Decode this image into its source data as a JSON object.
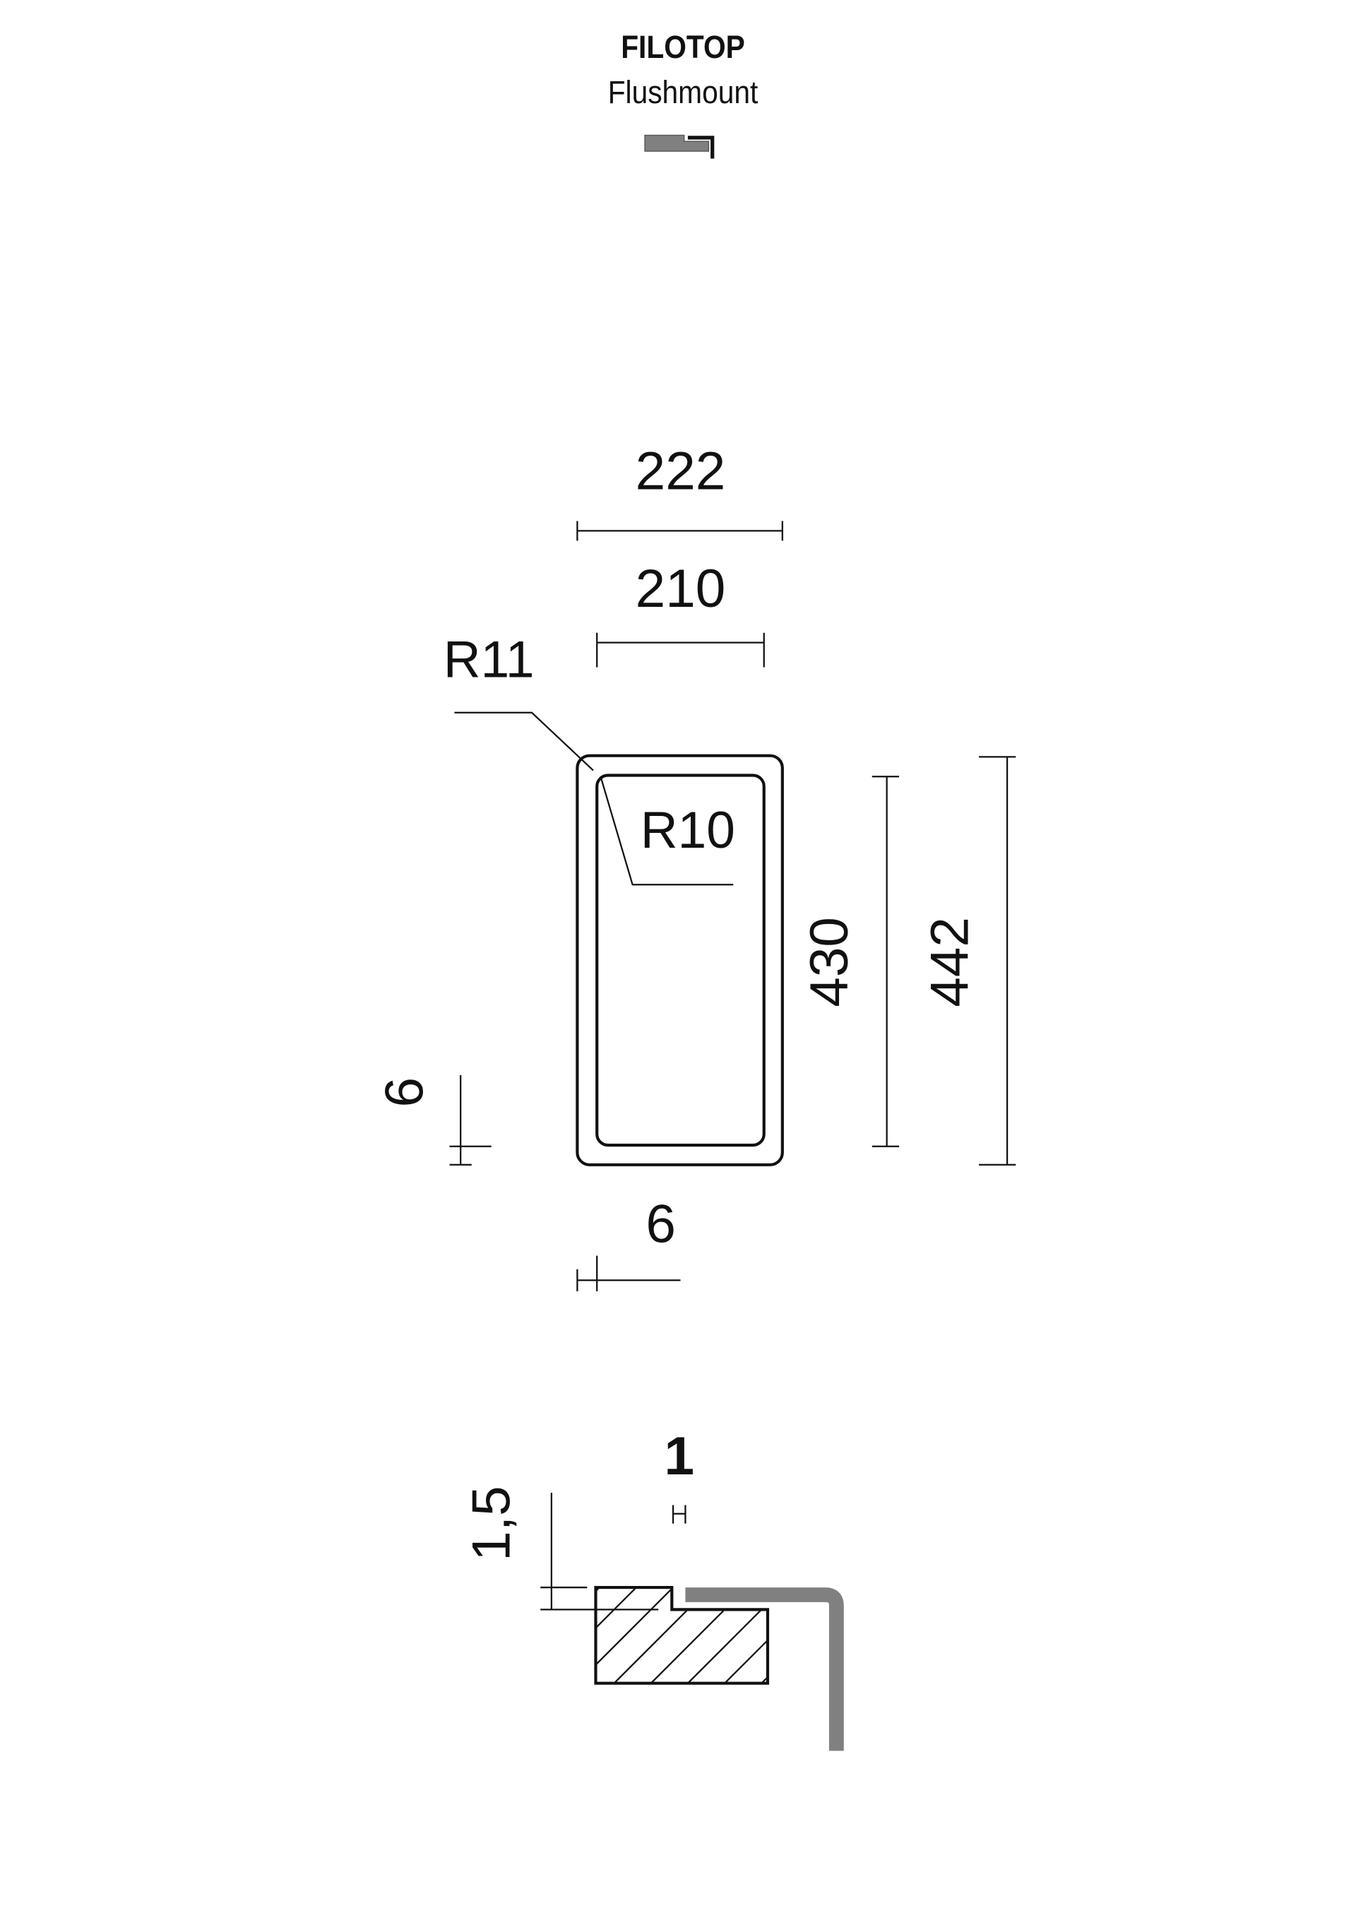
{
  "header": {
    "brand": "FILOTOP",
    "subtitle": "Flushmount"
  },
  "dimensions": {
    "outer_width": "222",
    "inner_width": "210",
    "outer_radius": "R11",
    "inner_radius": "R10",
    "inner_height": "430",
    "outer_height": "442",
    "rim_vertical": "6",
    "rim_horizontal": "6"
  },
  "section": {
    "step_depth": "1,5",
    "gap": "1"
  },
  "colors": {
    "profile_gray": "#808080",
    "line": "#111111"
  }
}
